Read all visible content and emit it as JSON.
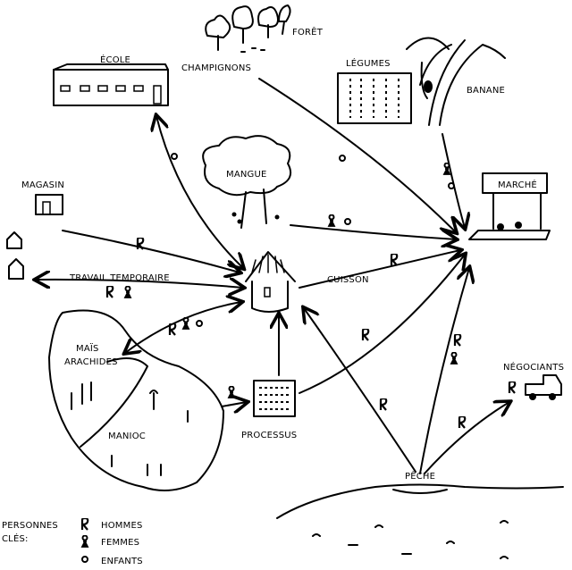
{
  "diagram": {
    "nodes": {
      "ecole": "ÉCOLE",
      "foret": "FORÊT",
      "champignons": "CHAMPIGNONS",
      "legumes": "LÉGUMES",
      "banane": "BANANE",
      "magasin": "MAGASIN",
      "mangue": "MANGUE",
      "marche": "MARCHÉ",
      "travail_temporaire": "TRAVAIL TEMPORAIRE",
      "cuisson": "CUISSON",
      "mais": "MAÏS",
      "arachides": "ARACHIDES",
      "negociants": "NÉGOCIANTS",
      "manioc": "MANIOC",
      "processus": "PROCESSUS",
      "peche": "PÊCHE"
    },
    "legend": {
      "title_line1": "PERSONNES",
      "title_line2": "CLÉS:",
      "items": [
        {
          "icon": "man-icon",
          "label": "HOMMES"
        },
        {
          "icon": "woman-icon",
          "label": "FEMMES"
        },
        {
          "icon": "child-icon",
          "label": "ENFANTS"
        }
      ]
    }
  }
}
